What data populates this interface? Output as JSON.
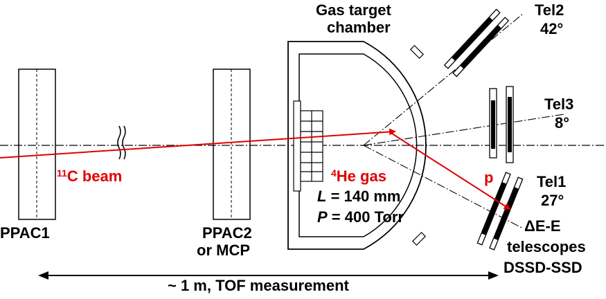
{
  "labels": {
    "ppac1": "PPAC1",
    "ppac2_line1": "PPAC2",
    "ppac2_line2": "or MCP",
    "gas_target_line1": "Gas target",
    "gas_target_line2": "chamber",
    "beam_mass": "11",
    "beam_text": "C beam",
    "gas_mass": "4",
    "gas_text": "He gas",
    "length_symbol": "L",
    "length_value": " = 140 mm",
    "pressure_symbol": "P",
    "pressure_value": " = 400 Torr",
    "proton": "p",
    "tel1_name": "Tel1",
    "tel1_angle": "27°",
    "tel2_name": "Tel2",
    "tel2_angle": "42°",
    "tel3_name": "Tel3",
    "tel3_angle": "8°",
    "telescope_line1": "ΔE-E",
    "telescope_line2": "telescopes",
    "telescope_line3": "DSSD-SSD",
    "tof": "~ 1 m, TOF measurement"
  },
  "colors": {
    "beam": "#e00000",
    "lines": "#000000",
    "background": "#ffffff"
  }
}
